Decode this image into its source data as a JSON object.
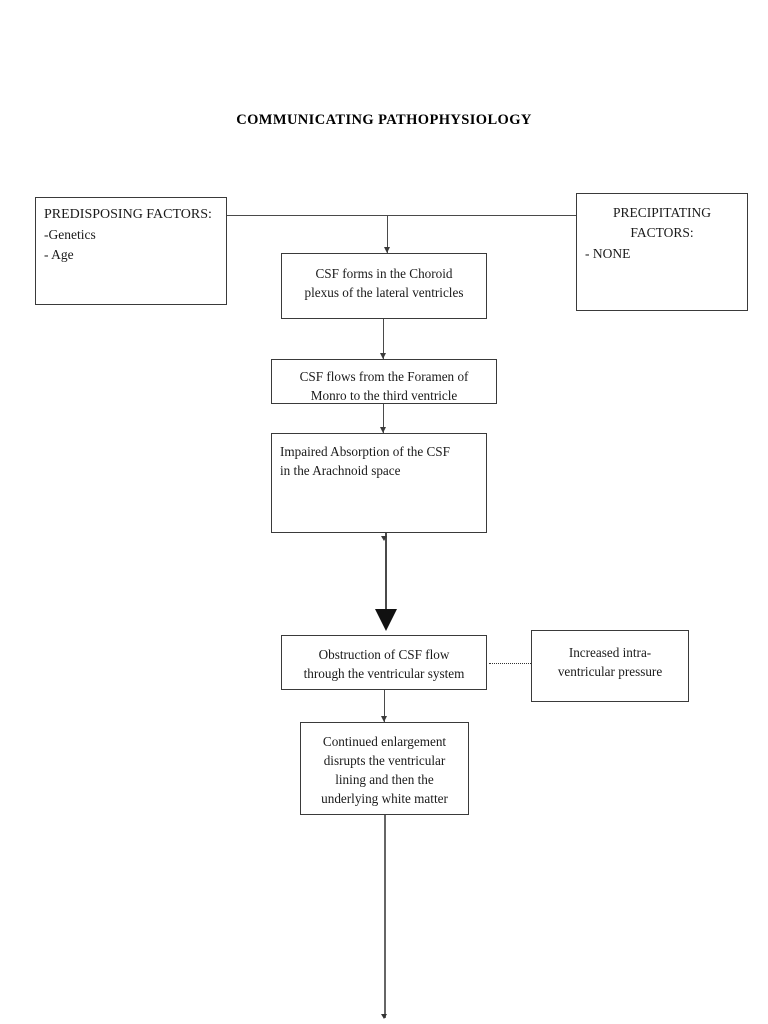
{
  "document": {
    "title": "COMMUNICATING PATHOPHYSIOLOGY"
  },
  "diagram": {
    "type": "flowchart",
    "orientation": "top-to-bottom",
    "nodes": {
      "predisposing": {
        "header": "PREDISPOSING FACTORS:",
        "items": [
          "-Genetics",
          "- Age"
        ]
      },
      "precipitating": {
        "header_line1": "PRECIPITATING",
        "header_line2": "FACTORS:",
        "items": [
          "- NONE"
        ]
      },
      "csf_forms": {
        "line1": "CSF forms in the Choroid",
        "line2": "plexus of the lateral ventricles"
      },
      "csf_flows": {
        "line1": "CSF flows from the Foramen of",
        "line2": "Monro to the third ventricle"
      },
      "impaired_absorption": {
        "line1": "Impaired Absorption of the CSF",
        "line2": "in the Arachnoid space"
      },
      "obstruction": {
        "line1": "Obstruction of CSF flow",
        "line2": "through the ventricular system"
      },
      "increased_pressure": {
        "line1": "Increased intra-",
        "line2": "ventricular pressure"
      },
      "continued_enlargement": {
        "line1": "Continued enlargement",
        "line2": "disrupts the ventricular",
        "line3": "lining and then the",
        "line4": "underlying white matter"
      }
    },
    "colors": {
      "border": "#3a3a3a",
      "connector": "#4a4a4a",
      "arrow_emphasis": "#111111",
      "text": "#1a1a1a",
      "background": "#ffffff"
    }
  }
}
